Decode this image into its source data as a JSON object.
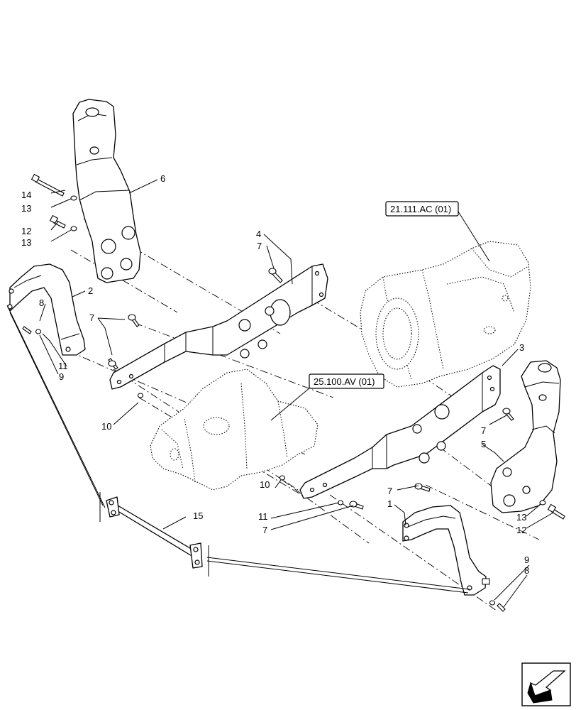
{
  "diagram": {
    "reference_boxes": [
      {
        "id": "ref-transmission",
        "label": "21.111.AC (01)"
      },
      {
        "id": "ref-axle-support",
        "label": "25.100.AV (01)"
      }
    ],
    "callouts": [
      {
        "id": "c-14",
        "label": "14"
      },
      {
        "id": "c-13a",
        "label": "13"
      },
      {
        "id": "c-12a",
        "label": "12"
      },
      {
        "id": "c-13b",
        "label": "13"
      },
      {
        "id": "c-6",
        "label": "6"
      },
      {
        "id": "c-4",
        "label": "4"
      },
      {
        "id": "c-7a",
        "label": "7"
      },
      {
        "id": "c-2",
        "label": "2"
      },
      {
        "id": "c-8a",
        "label": "8"
      },
      {
        "id": "c-11a",
        "label": "11"
      },
      {
        "id": "c-9a",
        "label": "9"
      },
      {
        "id": "c-7b",
        "label": "7"
      },
      {
        "id": "c-10a",
        "label": "10"
      },
      {
        "id": "c-3",
        "label": "3"
      },
      {
        "id": "c-7c",
        "label": "7"
      },
      {
        "id": "c-5",
        "label": "5"
      },
      {
        "id": "c-7d",
        "label": "7"
      },
      {
        "id": "c-10b",
        "label": "10"
      },
      {
        "id": "c-11b",
        "label": "11"
      },
      {
        "id": "c-7e",
        "label": "7"
      },
      {
        "id": "c-1",
        "label": "1"
      },
      {
        "id": "c-13c",
        "label": "13"
      },
      {
        "id": "c-12b",
        "label": "12"
      },
      {
        "id": "c-15",
        "label": "15"
      },
      {
        "id": "c-9b",
        "label": "9"
      },
      {
        "id": "c-8b",
        "label": "8"
      }
    ],
    "nav_icon": "arrow-return-icon"
  }
}
